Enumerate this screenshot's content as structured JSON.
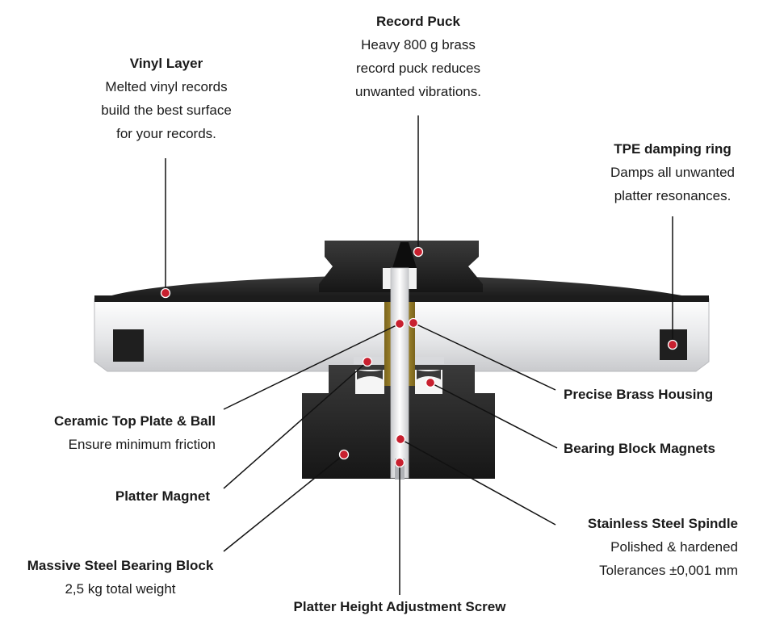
{
  "labels": {
    "record_puck": {
      "title": "Record Puck",
      "lines": [
        "Heavy 800 g brass",
        "record puck reduces",
        "unwanted vibrations."
      ]
    },
    "vinyl_layer": {
      "title": "Vinyl Layer",
      "lines": [
        "Melted vinyl records",
        "build the best surface",
        "for your records."
      ]
    },
    "tpe_ring": {
      "title": "TPE damping ring",
      "lines": [
        "Damps all unwanted",
        "platter resonances."
      ]
    },
    "brass_housing": {
      "title": "Precise Brass Housing"
    },
    "ceramic_plate": {
      "title": "Ceramic Top Plate & Ball",
      "lines": [
        "Ensure minimum friction"
      ]
    },
    "bearing_magnets": {
      "title": "Bearing Block Magnets"
    },
    "platter_magnet": {
      "title": "Platter Magnet"
    },
    "spindle": {
      "title": "Stainless Steel Spindle",
      "lines": [
        "Polished & hardened",
        "Tolerances ±0,001 mm"
      ]
    },
    "bearing_block": {
      "title": "Massive Steel Bearing Block",
      "lines": [
        "2,5 kg total weight"
      ]
    },
    "height_screw": {
      "title": "Platter Height Adjustment Screw"
    }
  },
  "colors": {
    "marker": "#c8202f",
    "black_part": "#1f1f1f",
    "platter_body": "#e6e7e9",
    "brass": "#a58a2b",
    "steel": "#e9eaec",
    "line": "#111111"
  }
}
